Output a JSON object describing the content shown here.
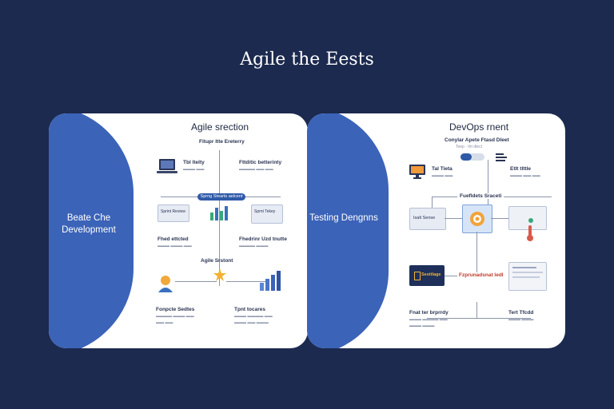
{
  "page_title": "Agile the Eests",
  "left_card": {
    "side_label": "Beate Che Development",
    "heading": "Agile srection",
    "subheading": "Fitupr ltte Ereterry",
    "laptop_title": "Tbl ltelty",
    "top_right_title": "Fttditic betterinty",
    "center_pill": "Sprng Stearts aelcent",
    "left_box": "Sprint Review",
    "right_box": "Sprnt Tekey",
    "mid_left_title": "Fhed ettcted",
    "mid_right_title": "Fhedrinr Uzd tnutte",
    "bottom_heading": "Agile Srstont",
    "bottom_left_title": "Fonpcte Sedtes",
    "bottom_right_title": "Tpnt tocares"
  },
  "right_card": {
    "side_label": "Testing Dengnns",
    "heading": "DevOps rnent",
    "subheading": "Conylar Apete Ftasd Dleet",
    "subnote": "Teep · tlrt dtect",
    "monitor_title": "Tal Tieta",
    "right_top_title": "Etlt tlttle",
    "flow_label": "Fuefldets Sraceti",
    "left_box": "Isalt Sense",
    "bottom_left_badge": "Sesttlage",
    "bottom_center_label": "Fzprunadsnat ledl",
    "bottom_left_title": "Fnat ter brprrdy",
    "bottom_right_title": "Tert Tfcdd"
  },
  "colors": {
    "background": "#1c2a4f",
    "accent": "#3b63b8",
    "card": "#ffffff"
  }
}
